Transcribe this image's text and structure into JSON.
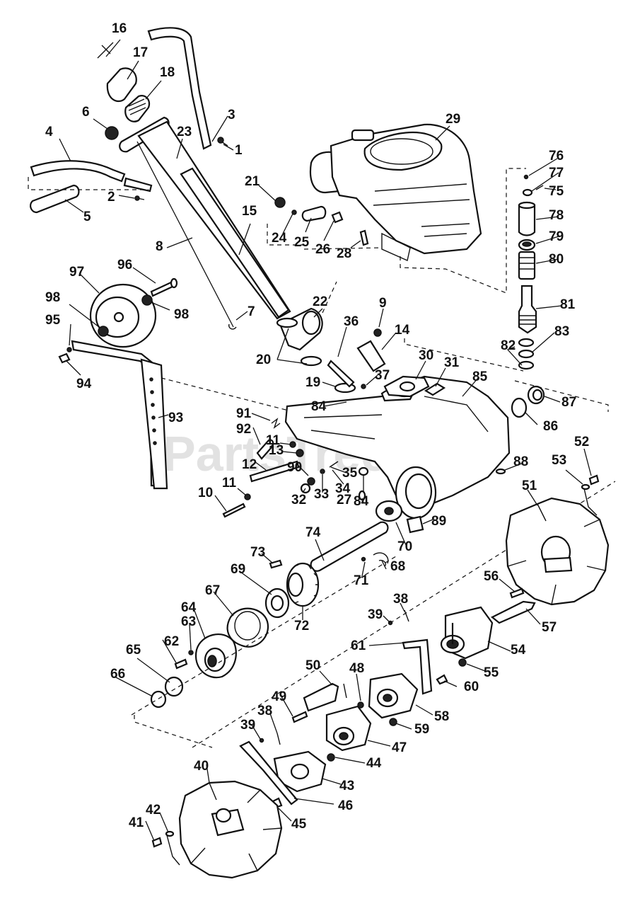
{
  "watermark": "PartsTree",
  "part_labels": [
    {
      "text": "16"
    },
    {
      "text": "17"
    },
    {
      "text": "18"
    },
    {
      "text": "6"
    },
    {
      "text": "3"
    },
    {
      "text": "23"
    },
    {
      "text": "1"
    },
    {
      "text": "4"
    },
    {
      "text": "2"
    },
    {
      "text": "5"
    },
    {
      "text": "21"
    },
    {
      "text": "15"
    },
    {
      "text": "24"
    },
    {
      "text": "25"
    },
    {
      "text": "26"
    },
    {
      "text": "28"
    },
    {
      "text": "29"
    },
    {
      "text": "76"
    },
    {
      "text": "77"
    },
    {
      "text": "75"
    },
    {
      "text": "78"
    },
    {
      "text": "79"
    },
    {
      "text": "80"
    },
    {
      "text": "8"
    },
    {
      "text": "97"
    },
    {
      "text": "96"
    },
    {
      "text": "98"
    },
    {
      "text": "98"
    },
    {
      "text": "7"
    },
    {
      "text": "22"
    },
    {
      "text": "9"
    },
    {
      "text": "81"
    },
    {
      "text": "95"
    },
    {
      "text": "36"
    },
    {
      "text": "14"
    },
    {
      "text": "83"
    },
    {
      "text": "82"
    },
    {
      "text": "94"
    },
    {
      "text": "20"
    },
    {
      "text": "30"
    },
    {
      "text": "31"
    },
    {
      "text": "85"
    },
    {
      "text": "19"
    },
    {
      "text": "37"
    },
    {
      "text": "84"
    },
    {
      "text": "87"
    },
    {
      "text": "93"
    },
    {
      "text": "91"
    },
    {
      "text": "86"
    },
    {
      "text": "92"
    },
    {
      "text": "11"
    },
    {
      "text": "13"
    },
    {
      "text": "52"
    },
    {
      "text": "12"
    },
    {
      "text": "35"
    },
    {
      "text": "88"
    },
    {
      "text": "53"
    },
    {
      "text": "90"
    },
    {
      "text": "34"
    },
    {
      "text": "51"
    },
    {
      "text": "11"
    },
    {
      "text": "10"
    },
    {
      "text": "32"
    },
    {
      "text": "33"
    },
    {
      "text": "27"
    },
    {
      "text": "84"
    },
    {
      "text": "89"
    },
    {
      "text": "74"
    },
    {
      "text": "70"
    },
    {
      "text": "73"
    },
    {
      "text": "69"
    },
    {
      "text": "68"
    },
    {
      "text": "71"
    },
    {
      "text": "67"
    },
    {
      "text": "56"
    },
    {
      "text": "64"
    },
    {
      "text": "72"
    },
    {
      "text": "57"
    },
    {
      "text": "38"
    },
    {
      "text": "39"
    },
    {
      "text": "63"
    },
    {
      "text": "61"
    },
    {
      "text": "62"
    },
    {
      "text": "54"
    },
    {
      "text": "65"
    },
    {
      "text": "55"
    },
    {
      "text": "66"
    },
    {
      "text": "50"
    },
    {
      "text": "48"
    },
    {
      "text": "60"
    },
    {
      "text": "49"
    },
    {
      "text": "58"
    },
    {
      "text": "38"
    },
    {
      "text": "39"
    },
    {
      "text": "59"
    },
    {
      "text": "47"
    },
    {
      "text": "40"
    },
    {
      "text": "44"
    },
    {
      "text": "43"
    },
    {
      "text": "46"
    },
    {
      "text": "42"
    },
    {
      "text": "45"
    },
    {
      "text": "41"
    }
  ]
}
